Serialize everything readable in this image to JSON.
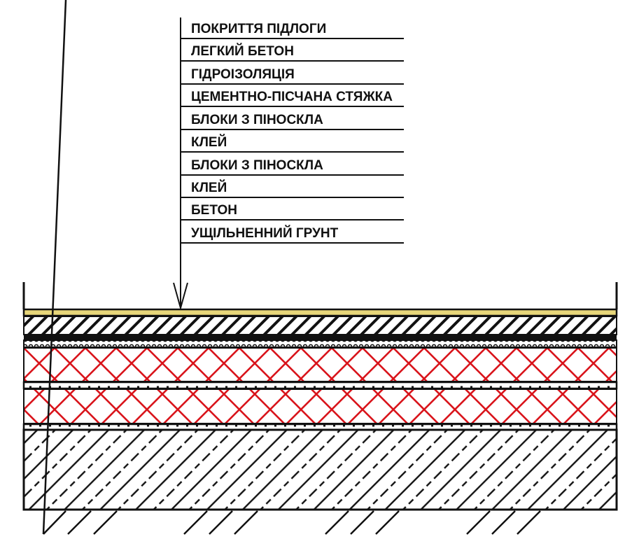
{
  "labels": [
    "ПОКРИТТЯ ПІДЛОГИ",
    "ЛЕГКИЙ БЕТОН",
    "ГІДРОІЗОЛЯЦІЯ",
    "ЦЕМЕНТНО-ПІСЧАНА СТЯЖКА",
    "БЛОКИ З ПІНОСКЛА",
    "КЛЕЙ",
    "БЛОКИ З ПІНОСКЛА",
    "КЛЕЙ",
    "БЕТОН",
    "УЩІЛЬНЕННИЙ ГРУНТ"
  ],
  "colors": {
    "floor_covering": "#e8d77a",
    "foam_glass_hatch": "#d9141b",
    "line": "#111111"
  }
}
